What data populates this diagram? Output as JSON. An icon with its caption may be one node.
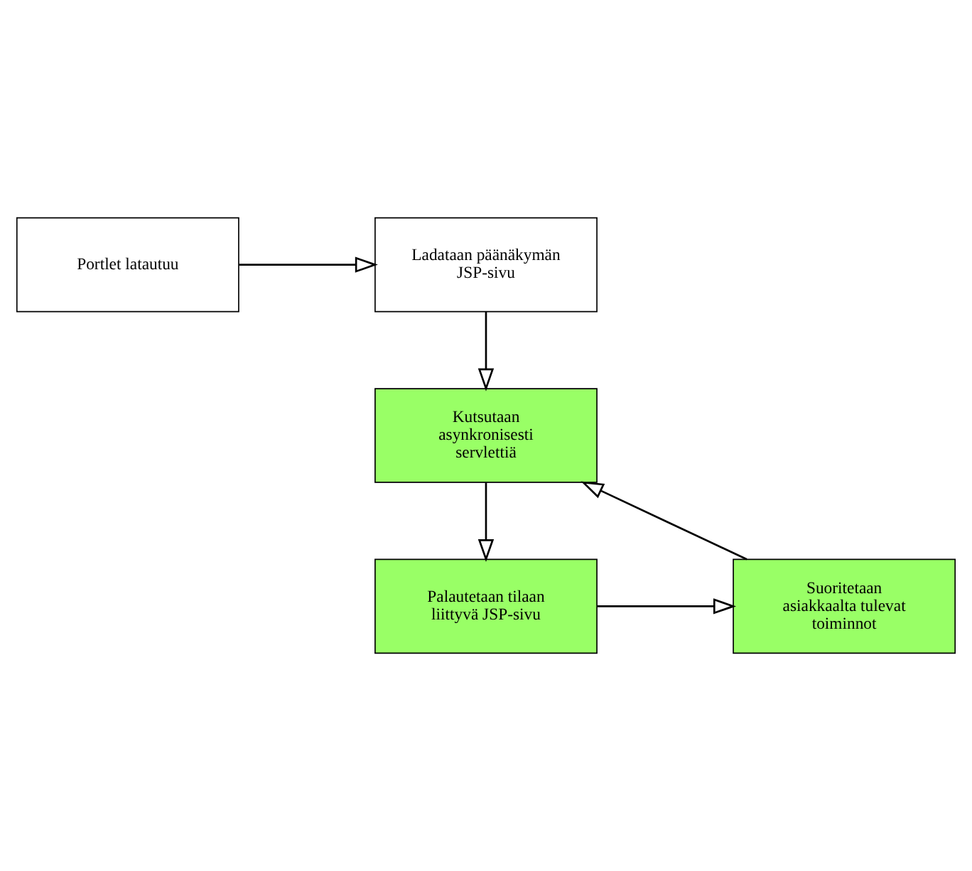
{
  "diagram": {
    "nodes": [
      {
        "text": [
          "Portlet latautuu"
        ]
      },
      {
        "text": [
          "Ladataan päänäkymän JSP-sivu"
        ]
      },
      {
        "text": [
          "Kutsutaan asynkronisesti servlettiä"
        ]
      },
      {
        "text": [
          "Palautetaan tilaan liittyvä JSP-sivu"
        ]
      },
      {
        "text": [
          "Suoritetaan asiakkaalta tulevat toiminnot"
        ]
      }
    ],
    "edges": [
      {
        "from": 0,
        "to": 1,
        "arrow": "to"
      },
      {
        "from": 1,
        "to": 2,
        "arrow": "to"
      },
      {
        "from": 2,
        "to": 3,
        "arrow": "to"
      },
      {
        "from": 3,
        "to": 4,
        "arrow": "to"
      },
      {
        "from": 4,
        "to": 2,
        "arrow": "to"
      }
    ]
  }
}
